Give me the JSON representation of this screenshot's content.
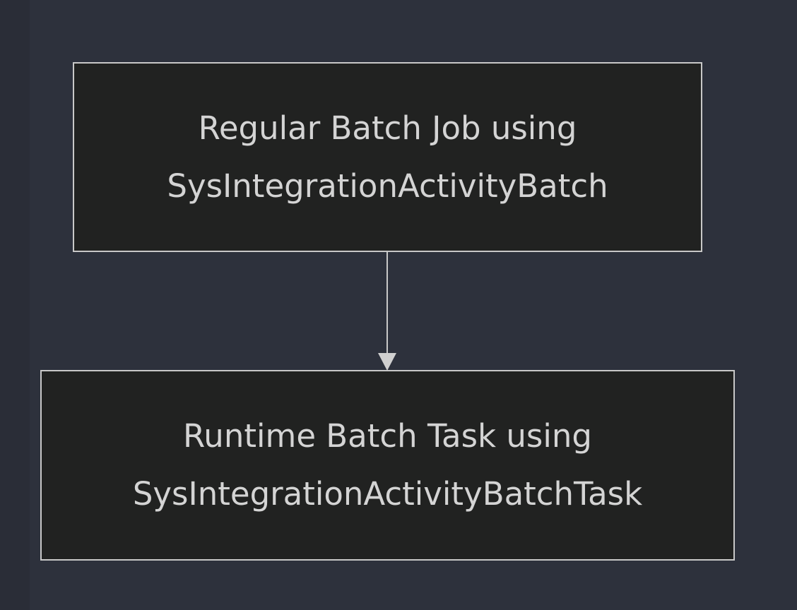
{
  "diagram": {
    "nodes": [
      {
        "id": "regular-batch-job",
        "lines": [
          "Regular Batch Job using",
          "SysIntegrationActivityBatch"
        ]
      },
      {
        "id": "runtime-batch-task",
        "lines": [
          "Runtime Batch Task using",
          "SysIntegrationActivityBatchTask"
        ]
      }
    ],
    "edges": [
      {
        "from": "regular-batch-job",
        "to": "runtime-batch-task"
      }
    ],
    "colors": {
      "background": "#2d313c",
      "node_fill": "#212221",
      "node_border": "#c8c8c8",
      "text": "#d4d4d4",
      "edge": "#c8c8c8"
    }
  }
}
